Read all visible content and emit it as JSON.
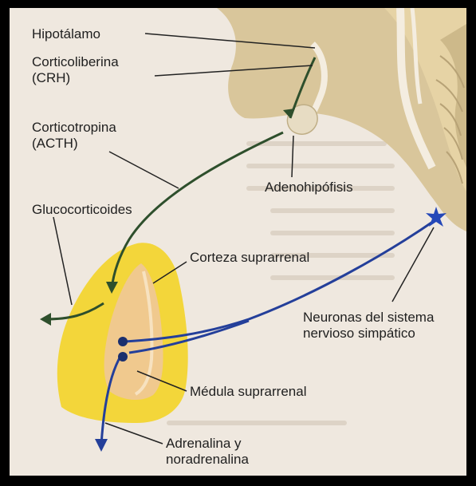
{
  "labels": {
    "hipotalamo": "Hipotálamo",
    "crh_line1": "Corticoliberina",
    "crh_line2": "(CRH)",
    "acth_line1": "Corticotropina",
    "acth_line2": "(ACTH)",
    "adenohipofisis": "Adenohipófisis",
    "glucocorticoides": "Glucocorticoides",
    "corteza": "Corteza suprarrenal",
    "neuronas_line1": "Neuronas del sistema",
    "neuronas_line2": "nervioso simpático",
    "medula": "Médula suprarrenal",
    "adrenalina_line1": "Adrenalina y",
    "adrenalina_line2": "noradrenalina"
  },
  "colors": {
    "hormone_arrow": "#2e4f2c",
    "nerve_arrow": "#243f9a",
    "cortex": "#f3d63a",
    "medulla": "#f0c98e",
    "brain": "#d9c69b"
  }
}
